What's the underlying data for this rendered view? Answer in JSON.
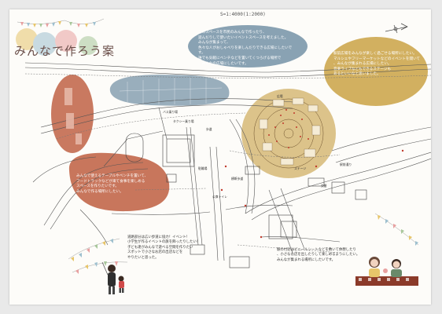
{
  "title": "みんなで作ろう案",
  "drawing_code": "S=1:4000(1:2000)",
  "colors": {
    "terracotta": "#c2674a",
    "slate_blue": "#7f9aac",
    "ochre": "#cda74f",
    "map_line": "#555555",
    "paper": "#fdfcf9"
  },
  "icons": [
    "compass-icon",
    "bunting-flags",
    "mother-child-figure",
    "family-picnic-figure"
  ],
  "blue_bubble_text": "このスペースを市民のみんなで作ったり、\n遊んだりして使いたいイベントスペースを考えました。\nみんなが集まって、\n色々な人がおしゃべりを楽しんだりできる広場にしたいです。\n誰でも気軽にベンチなどを置いてくつろげる場所で\n、みんなの広場にしたいです。",
  "ochre_bubble_text": "駅前広場をみんなが楽しく過ごせる場所にしたい。\nマルシェやフリーマーケットなどのイベントを開いて\n、みんなが集まれる広場にしたい。\n音楽ライブなどもできるステージも\nあるといいなと思いました。",
  "terracotta_bubble_text": "みんなで使えるテーブルやベンチを置いて、\nフードトラックなどが来て食事を楽しめる\nスペースを作りたいです。\nみんなで作る場所にしたい。",
  "bottom_left_note": "道路部分は広い歩道に協力！イベント！\n小学生が作るイベントの旗を飾ったりしたい！\n子ども達がみんなで遊べる空間を作りたい\nスポットで小さなお店の出店などを\nやりたいと思った。",
  "bottom_right_note": "駅の付近はビニールシートなどを敷いて休憩したり\n、小さなお店を出したりして楽しめるようにしたい。\nみんなが集まれる場所にしたいです。",
  "map_labels": [
    "バス乗り場",
    "タクシー乗り場",
    "歩道",
    "ステージ",
    "広場",
    "駅前通り",
    "横断歩道",
    "駐輪場",
    "公衆トイレ",
    "交番"
  ]
}
